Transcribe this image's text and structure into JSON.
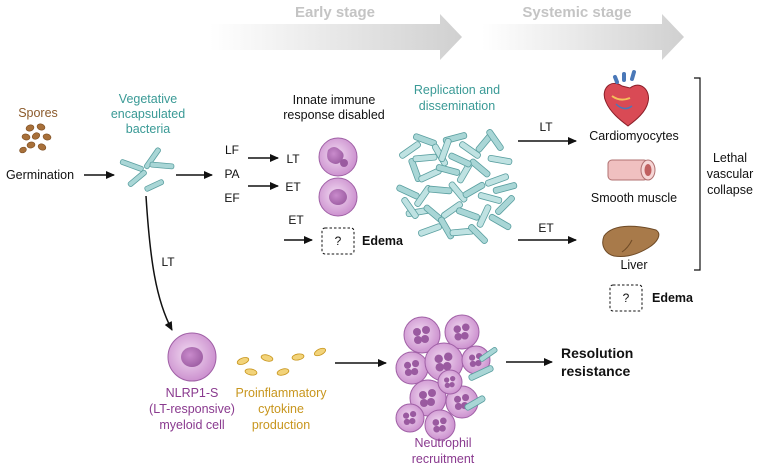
{
  "stages": {
    "early": "Early stage",
    "systemic": "Systemic stage"
  },
  "labels": {
    "spores": "Spores",
    "germination": "Germination",
    "vegetative_line1": "Vegetative",
    "vegetative_line2": "encapsulated",
    "vegetative_line3": "bacteria",
    "toxin_lf": "LF",
    "toxin_pa": "PA",
    "toxin_ef": "EF",
    "innate_line1": "Innate immune",
    "innate_line2": "response disabled",
    "arrow_lt_1": "LT",
    "arrow_et_1": "ET",
    "arrow_et_2": "ET",
    "question_1": "?",
    "edema_1": "Edema",
    "replication_line1": "Replication and",
    "replication_line2": "dissemination",
    "arrow_lt_2": "LT",
    "arrow_et_3": "ET",
    "cardiomyocytes": "Cardiomyocytes",
    "smooth_muscle": "Smooth muscle",
    "liver": "Liver",
    "question_2": "?",
    "edema_2": "Edema",
    "lethal_line1": "Lethal",
    "lethal_line2": "vascular",
    "lethal_line3": "collapse",
    "arrow_lt_down": "LT",
    "nlrp1_line1": "NLRP1-S",
    "nlrp1_line2": "(LT-responsive)",
    "nlrp1_line3": "myeloid cell",
    "cytokine_line1": "Proinflammatory",
    "cytokine_line2": "cytokine",
    "cytokine_line3": "production",
    "neutrophil_line1": "Neutrophil",
    "neutrophil_line2": "recruitment",
    "resolution_line1": "Resolution",
    "resolution_line2": "resistance"
  },
  "colors": {
    "brown": "#8b5a2b",
    "teal": "#3a9a96",
    "purple": "#8a3a8f",
    "gold": "#c8961e",
    "gray_arrow": "#d8d8d8",
    "cell_purple": "#d7a6d9",
    "rod_teal": "#a9d6d6"
  }
}
